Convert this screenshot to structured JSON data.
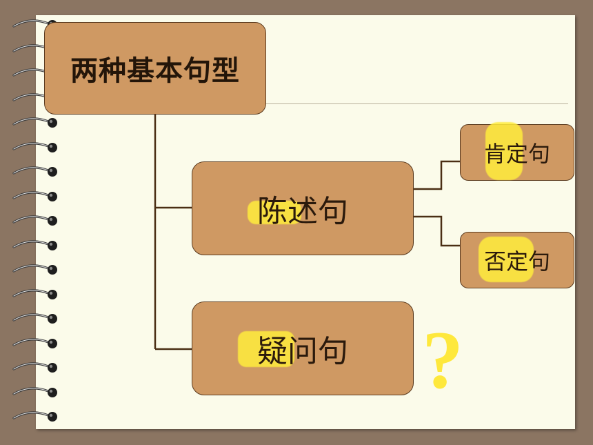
{
  "diagram": {
    "root": {
      "label": "两种基本句型"
    },
    "branches": [
      {
        "label": "陈述句",
        "children": [
          {
            "label": "肯定句"
          },
          {
            "label": "否定句"
          }
        ]
      },
      {
        "label": "疑问句"
      }
    ],
    "decoration": {
      "question_mark": "?"
    }
  },
  "colors": {
    "background": "#8B7562",
    "paper": "#FBFBEA",
    "box_fill": "#CF9963",
    "box_border": "#5a3a1e",
    "highlight": "#FFEC3C",
    "connector": "#4a2e14"
  }
}
